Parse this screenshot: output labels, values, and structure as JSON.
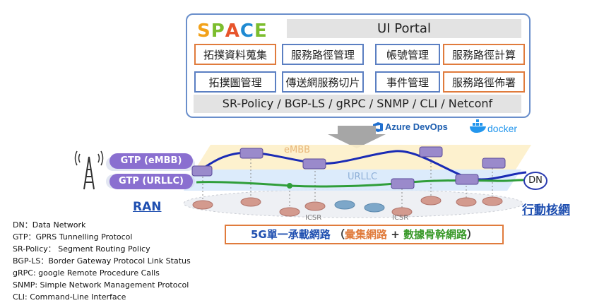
{
  "portal": {
    "logo": "SPACE",
    "title": "UI Portal",
    "modules": [
      "拓撲資料蒐集",
      "服務路徑管理",
      "帳號管理",
      "服務路徑計算",
      "拓撲圖管理",
      "傳送網服務切片",
      "事件管理",
      "服務路徑佈署"
    ],
    "protocols": "SR-Policy / BGP-LS / gRPC / SNMP / CLI / Netconf"
  },
  "tools": {
    "azure": "Azure DevOps",
    "docker": "docker"
  },
  "network": {
    "gtp_embb": "GTP (eMBB)",
    "gtp_urllc": "GTP (URLLC)",
    "plane_embb": "eMBB",
    "plane_urllc": "URLLC",
    "icsr_1": "ICSR",
    "icsr_2": "ICSR",
    "dn": "DN",
    "ran": "RAN",
    "core": "行動核網"
  },
  "bearer": {
    "main": "5G單一承載網路",
    "open": "（",
    "aggregation": "彙集網路",
    "plus": " + ",
    "backbone": "數據骨幹網路",
    "close": "）"
  },
  "legend": [
    "DN：Data Network",
    "GTP：GPRS Tunnelling Protocol",
    "SR-Policy： Segment Routing Policy",
    "BGP-LS：Border Gateway Protocol Link Status",
    "gRPC: google Remote Procedure Calls",
    "SNMP: Simple Network Management Protocol",
    "CLI: Command-Line Interface"
  ],
  "colors": {
    "accent_orange": "#e07b3c",
    "accent_blue": "#5b7fc2",
    "embb_line": "#1a2bb5",
    "urllc_line": "#2f9e3a",
    "gtp_fill": "#8a6fd0",
    "green_text": "#3a9a2a"
  }
}
